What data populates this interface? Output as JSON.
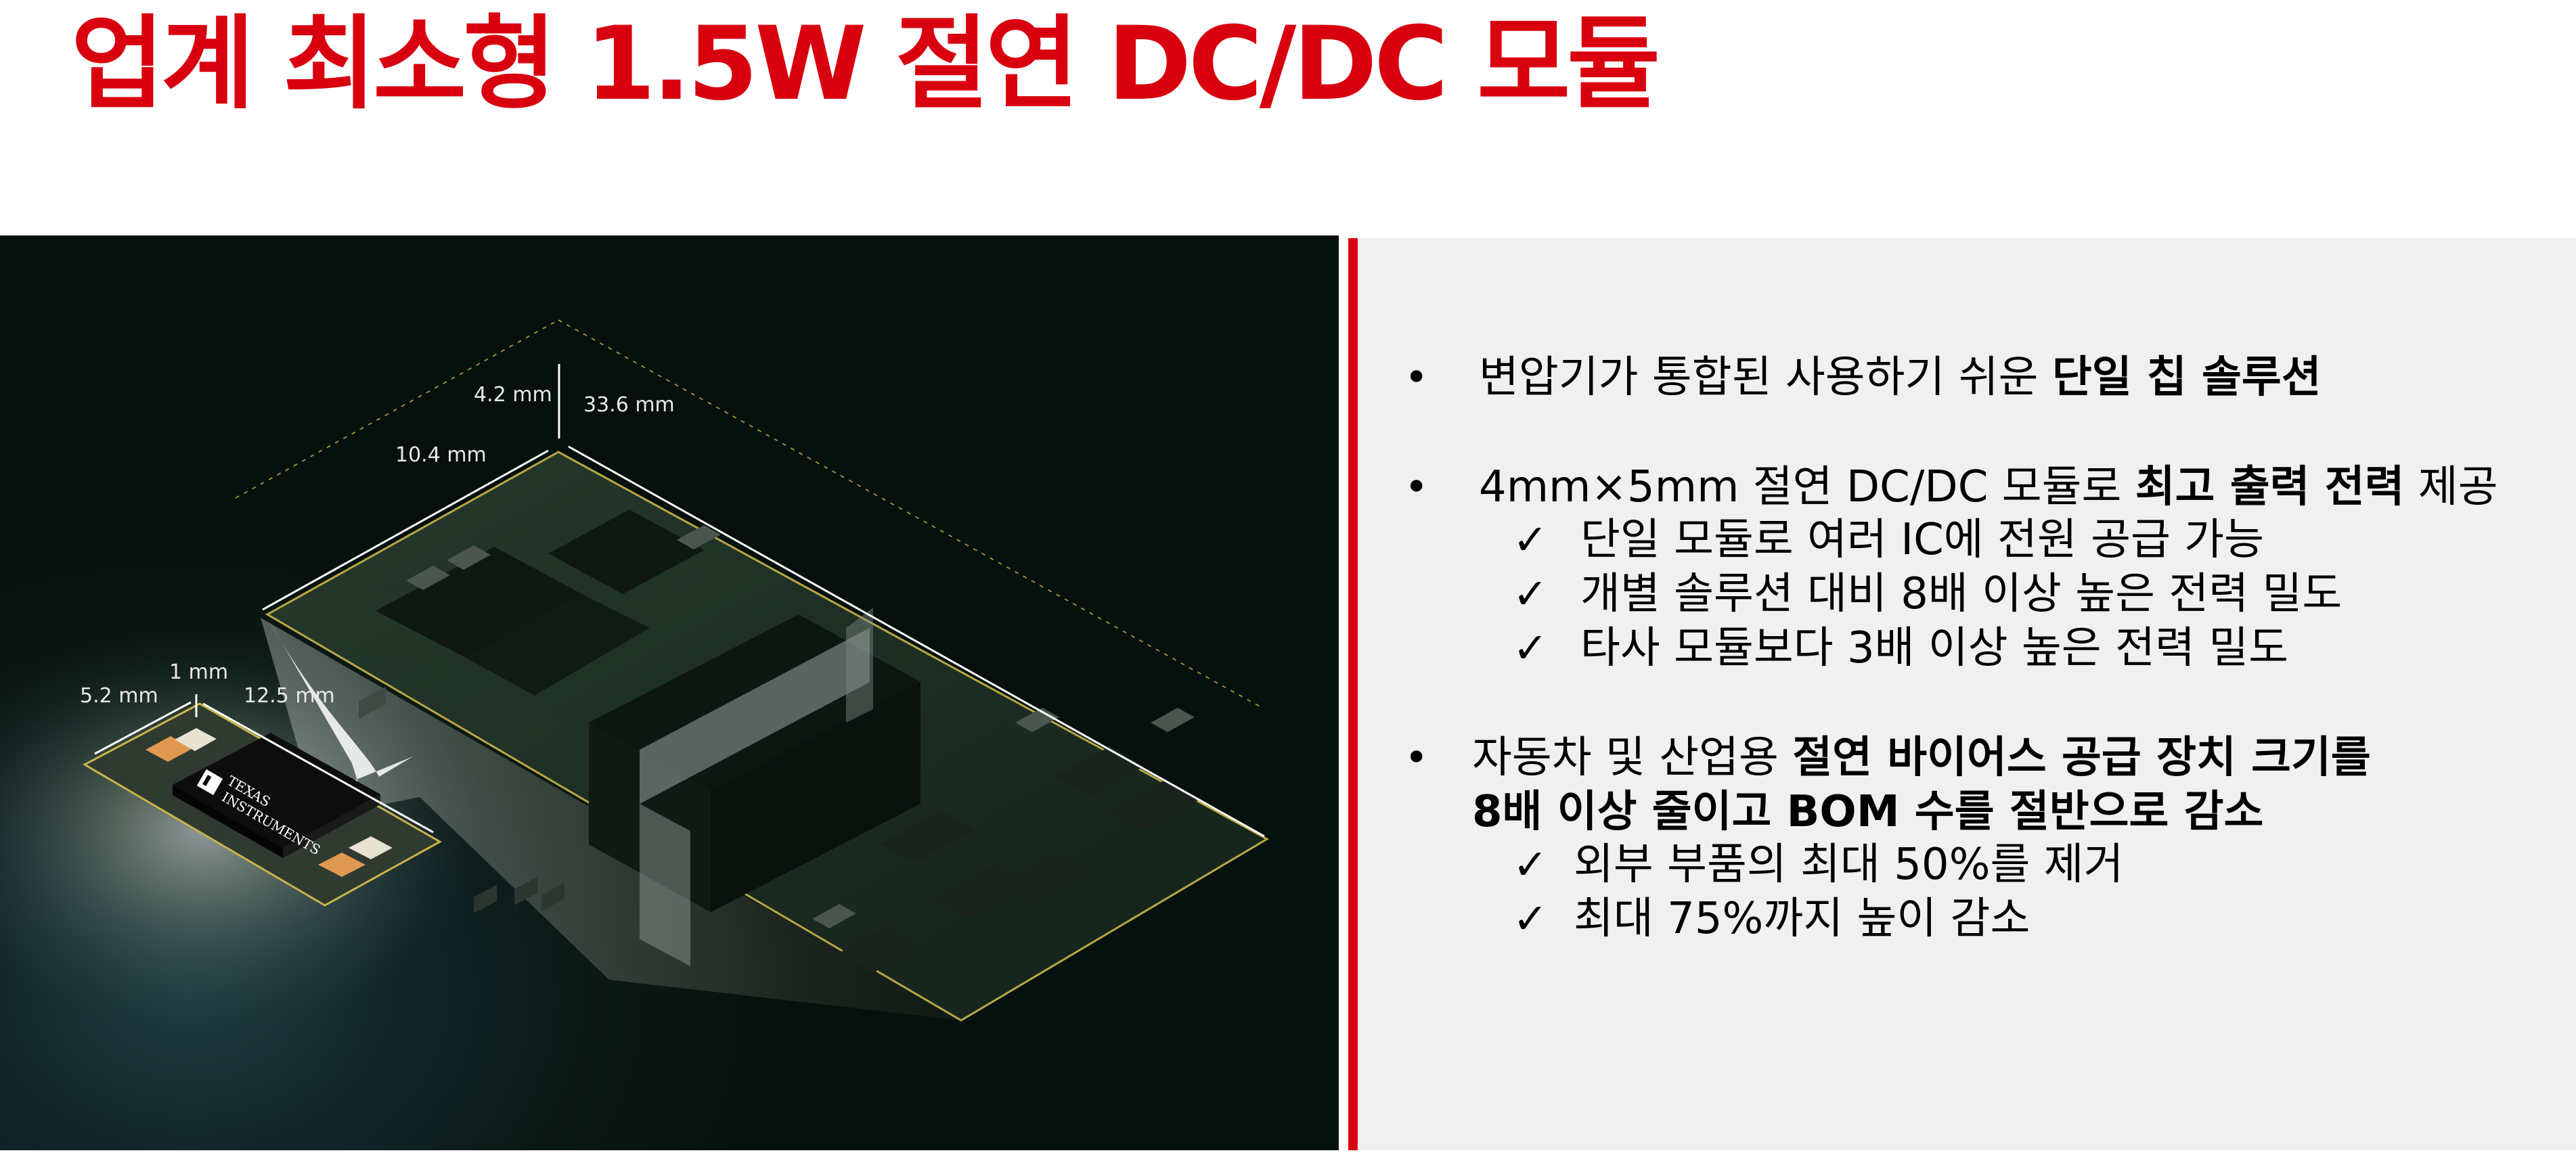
{
  "title": "업계 최소형 1.5W 절연 DC/DC 모듈",
  "figure": {
    "large_module_dims": {
      "height": "4.2 mm",
      "length": "33.6 mm",
      "width": "10.4 mm"
    },
    "small_module_dims": {
      "height": "1 mm",
      "width": "5.2 mm",
      "length": "12.5 mm"
    },
    "chip_logo": {
      "line1": "TEXAS",
      "line2": "INSTRUMENTS"
    }
  },
  "bullets": [
    {
      "pre": "변압기가 통합된 사용하기 쉬운 ",
      "bold": "단일 칩 솔루션",
      "post": ""
    },
    {
      "pre": "4mm×5mm 절연 DC/DC 모듈로 ",
      "bold": "최고 출력 전력",
      "post": " 제공",
      "subs": [
        "단일 모듈로 여러 IC에 전원 공급 가능",
        "개별 솔루션 대비 8배 이상 높은 전력 밀도",
        "타사 모듈보다 3배 이상 높은 전력 밀도"
      ]
    },
    {
      "pre": "자동차 및 산업용 ",
      "bold": "절연 바이어스 공급 장치 크기를",
      "line2_bold": "8배 이상 줄이고 BOM 수를 절반으로 감소",
      "subs": [
        "외부 부품의 최대 50%를 제거",
        "최대 75%까지 높이 감소"
      ]
    }
  ],
  "check_symbol": "✓",
  "bullet_symbol": "•",
  "colors": {
    "title_red": "#d8000f",
    "divider_red": "#d8000f",
    "panel_bg": "#f0f0f0",
    "outline_gold": "#c8b44a"
  }
}
